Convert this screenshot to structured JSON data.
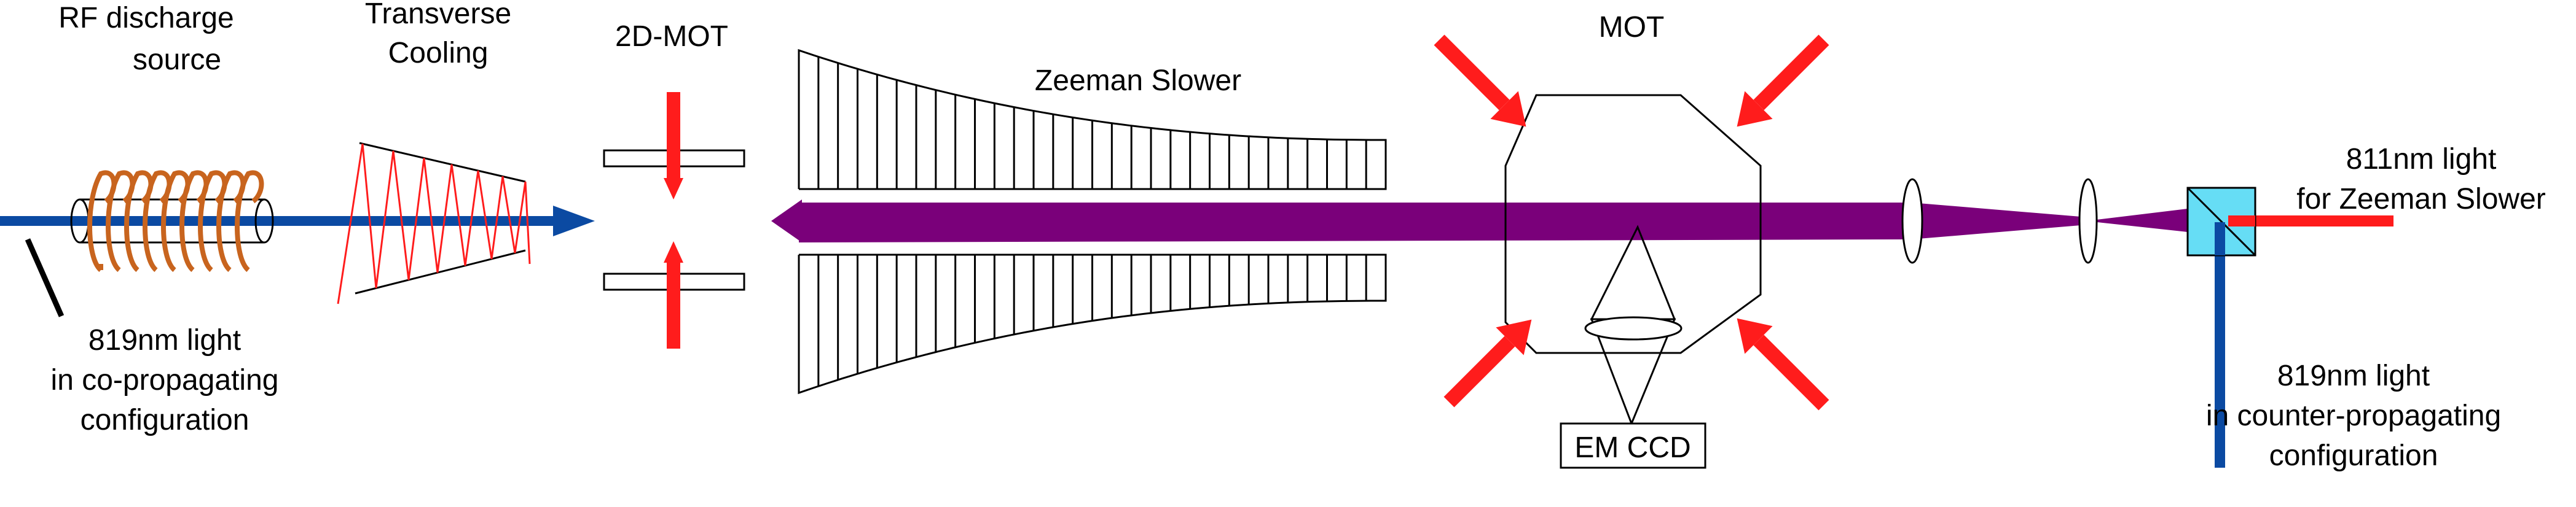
{
  "diagram": {
    "labels": {
      "rf_source": [
        "RF discharge",
        "source"
      ],
      "transverse_cooling": [
        "Transverse",
        "Cooling"
      ],
      "mot2d": "2D-MOT",
      "zeeman_slower": "Zeeman Slower",
      "mot": "MOT",
      "em_ccd": "EM CCD",
      "light_811": [
        "811nm light",
        "for Zeeman Slower"
      ],
      "light_819_co": [
        "819nm light",
        "in co-propagating",
        "configuration"
      ],
      "light_819_counter": [
        "819nm light",
        "in counter-propagating",
        "configuration"
      ]
    },
    "colors": {
      "atomic_beam": "#0b4aa2",
      "coil": "#c8641e",
      "laser_811": "#ff1c1c",
      "combined_beam": "#7a007a",
      "cube": "#66ddf5",
      "cooling_beam": "#ff1c1c",
      "outline": "#000000"
    }
  }
}
